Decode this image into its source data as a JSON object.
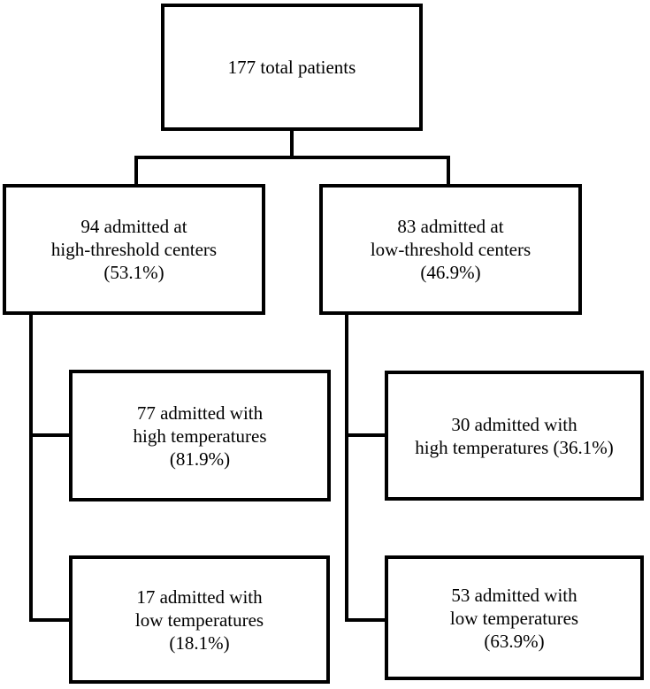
{
  "colors": {
    "line": "#000000",
    "page_background": "#ffffff",
    "box_background": "#ffffff"
  },
  "nodes": {
    "total": {
      "lines": [
        "177 total patients"
      ]
    },
    "high_threshold": {
      "lines": [
        "94 admitted at",
        "high-threshold centers",
        "(53.1%)"
      ]
    },
    "low_threshold": {
      "lines": [
        "83 admitted at",
        "low-threshold centers",
        "(46.9%)"
      ]
    },
    "high_threshold_high_temp": {
      "lines": [
        "77 admitted with",
        "high temperatures",
        "(81.9%)"
      ]
    },
    "low_threshold_high_temp": {
      "lines": [
        "30 admitted with",
        "high temperatures (36.1%)"
      ]
    },
    "high_threshold_low_temp": {
      "lines": [
        "17 admitted with",
        "low temperatures",
        "(18.1%)"
      ]
    },
    "low_threshold_low_temp": {
      "lines": [
        "53 admitted with",
        "low temperatures",
        "(63.9%)"
      ]
    }
  }
}
